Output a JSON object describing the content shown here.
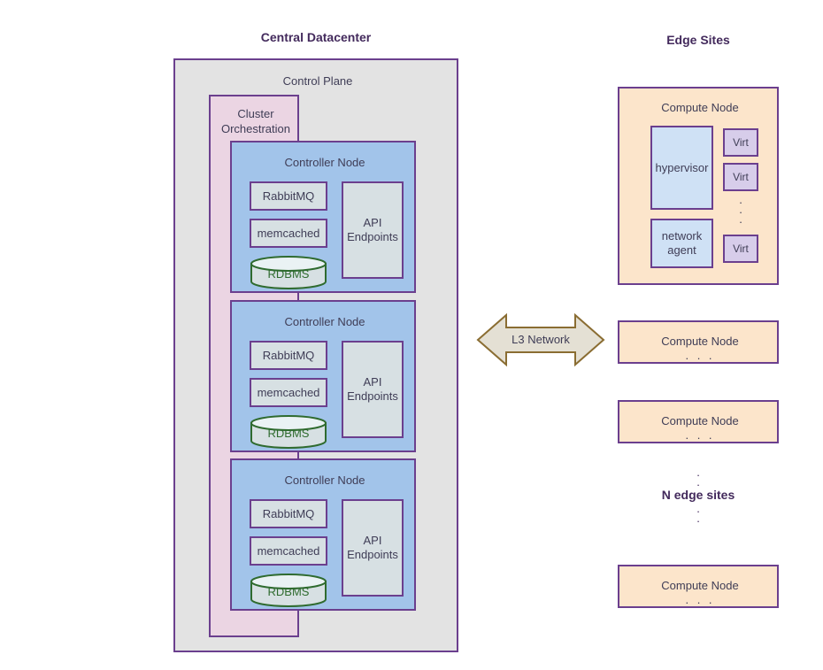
{
  "headings": {
    "central_datacenter": "Central Datacenter",
    "edge_sites": "Edge Sites"
  },
  "central": {
    "control_plane_label": "Control Plane",
    "cluster_orchestration_label": "Cluster Orchestration",
    "controller_nodes": [
      {
        "title": "Controller Node",
        "rabbitmq": "RabbitMQ",
        "memcached": "memcached",
        "rdbms": "RDBMS",
        "api_endpoints": "API Endpoints"
      },
      {
        "title": "Controller Node",
        "rabbitmq": "RabbitMQ",
        "memcached": "memcached",
        "rdbms": "RDBMS",
        "api_endpoints": "API Endpoints"
      },
      {
        "title": "Controller Node",
        "rabbitmq": "RabbitMQ",
        "memcached": "memcached",
        "rdbms": "RDBMS",
        "api_endpoints": "API Endpoints"
      }
    ]
  },
  "network": {
    "label": "L3 Network"
  },
  "edge": {
    "primary_node": {
      "title": "Compute Node",
      "hypervisor": "hypervisor",
      "network_agent": "network agent",
      "virt_1": "Virt",
      "virt_2": "Virt",
      "virt_3": "Virt",
      "virt_ellipsis": "."
    },
    "collapsed_nodes": [
      {
        "title": "Compute Node",
        "ellipsis": ". . ."
      },
      {
        "title": "Compute Node",
        "ellipsis": ". . ."
      },
      {
        "title": "Compute Node",
        "ellipsis": ". . ."
      }
    ],
    "n_edge_sites": {
      "dot": ".",
      "label": "N edge sites"
    }
  },
  "colors": {
    "border_purple": "#6b3f8e",
    "title_purple": "#432a5c",
    "text_slate": "#3f3d56",
    "control_plane_grey": "#e3e3e3",
    "cluster_pink": "#ebd5e3",
    "controller_blue": "#a2c4ea",
    "service_grey": "#d7e0e3",
    "compute_peach": "#fce5cb",
    "hypervisor_blue": "#cfe1f5",
    "virt_lavender": "#d7cdea",
    "rdbms_green": "#2f6b2f",
    "arrow_gold": "#8a6d32",
    "arrow_fill": "#e4e0d4"
  }
}
